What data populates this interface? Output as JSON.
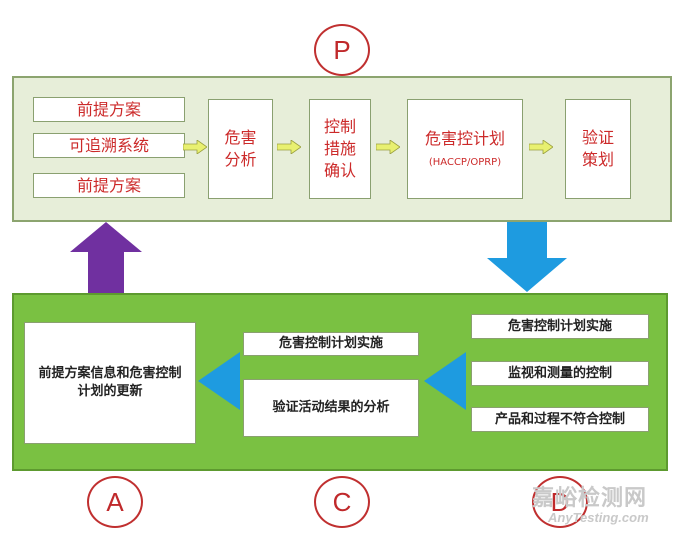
{
  "circles": {
    "p": "P",
    "a": "A",
    "c": "C",
    "d": "D"
  },
  "top": {
    "inputs": [
      "前提方案",
      "可追溯系统",
      "前提方案"
    ],
    "steps": {
      "hazard": [
        "危害",
        "分析"
      ],
      "control": [
        "控制",
        "措施",
        "确认"
      ],
      "plan_title": "危害控计划",
      "plan_sub": "(HACCP/OPRP)",
      "verify": [
        "验证",
        "策划"
      ]
    }
  },
  "bottom": {
    "update": [
      "前提方案信息和危害控制",
      "计划的更新"
    ],
    "middle": {
      "implement": "危害控制计划实施",
      "analysis": "验证活动结果的分析"
    },
    "right": [
      "危害控制计划实施",
      "监视和测量的控制",
      "产品和过程不符合控制"
    ]
  },
  "watermark": {
    "cn": "嘉峪检测网",
    "en": "AnyTesting.com"
  },
  "colors": {
    "purple_arrow": "#7030a0",
    "blue_arrow": "#1e9be0",
    "panel_green": "#7ac142",
    "yellow_arrow": "#e8f070"
  }
}
